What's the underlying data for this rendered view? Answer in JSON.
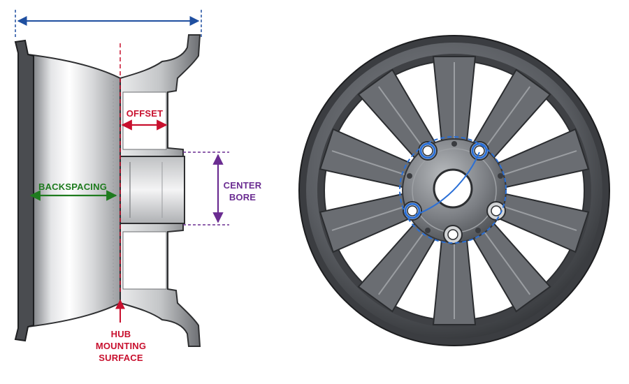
{
  "labels": {
    "offset": "OFFSET",
    "backspacing": "BACKSPACING",
    "center_bore_line1": "CENTER",
    "center_bore_line2": "BORE",
    "hub_line1": "HUB",
    "hub_line2": "MOUNTING",
    "hub_line3": "SURFACE"
  },
  "colors": {
    "wheel_width": "#1f4fa0",
    "offset": "#c8102e",
    "backspacing": "#1e7b1e",
    "center_bore": "#6a2c91",
    "hub_mounting": "#c8102e",
    "bolt_pattern": "#2a6fd6",
    "wheel_metal": "#5a5d62"
  }
}
